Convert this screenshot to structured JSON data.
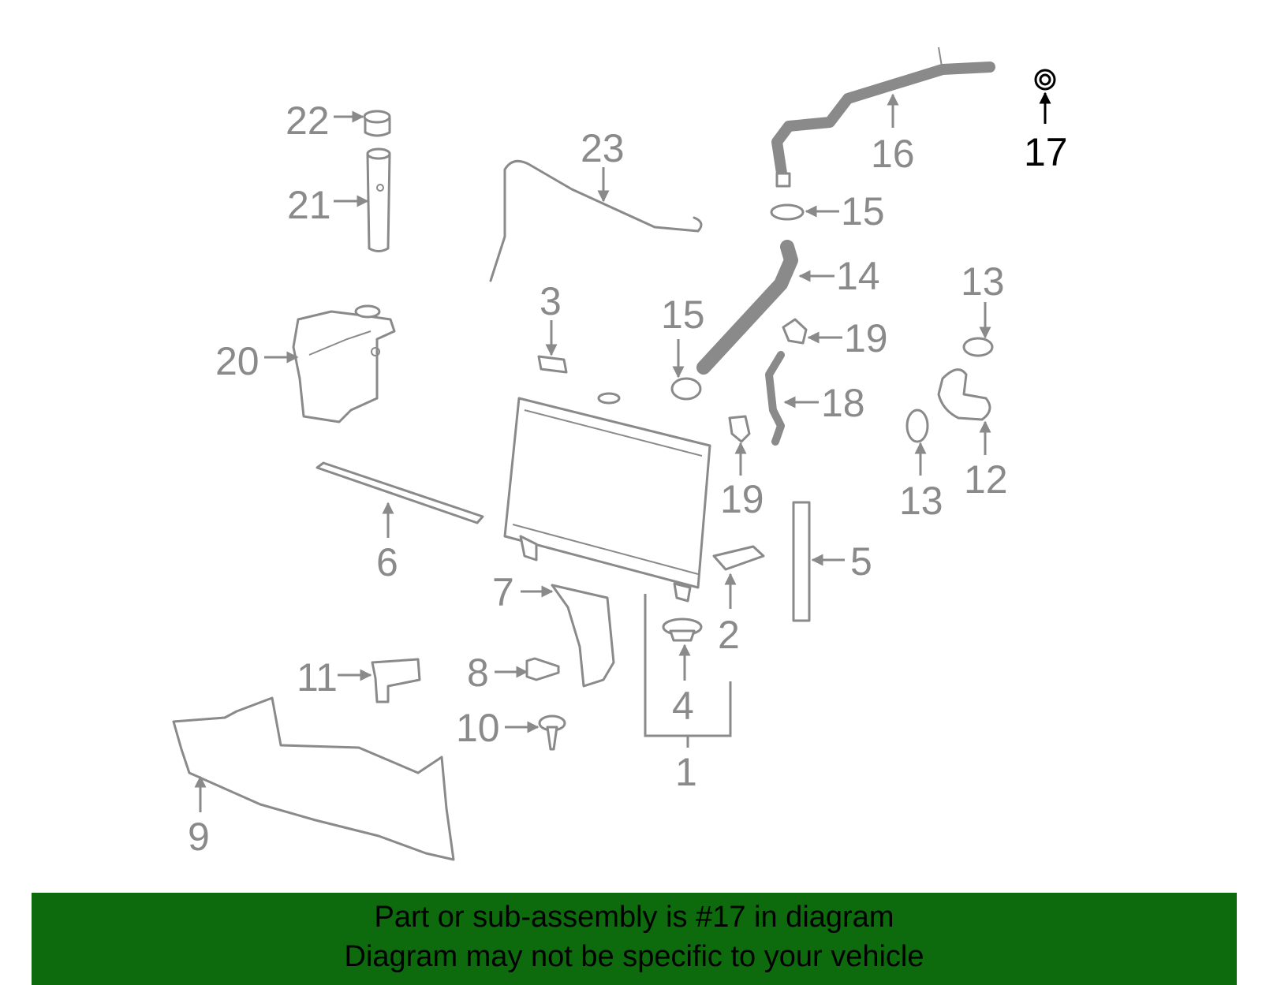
{
  "diagram": {
    "highlight_color": "#000000",
    "label_color": "#8a8a8a",
    "labels": {
      "l1": "1",
      "l2": "2",
      "l3": "3",
      "l4": "4",
      "l5": "5",
      "l6": "6",
      "l7": "7",
      "l8": "8",
      "l9": "9",
      "l10": "10",
      "l11": "11",
      "l12": "12",
      "l13a": "13",
      "l13b": "13",
      "l14": "14",
      "l15a": "15",
      "l15b": "15",
      "l16": "16",
      "l17": "17",
      "l18": "18",
      "l19a": "19",
      "l19b": "19",
      "l20": "20",
      "l21": "21",
      "l22": "22",
      "l23": "23"
    }
  },
  "banner": {
    "background": "#0d6a0d",
    "line1": "Part or sub-assembly is #17 in diagram",
    "line2": "Diagram may not be specific to your vehicle"
  }
}
